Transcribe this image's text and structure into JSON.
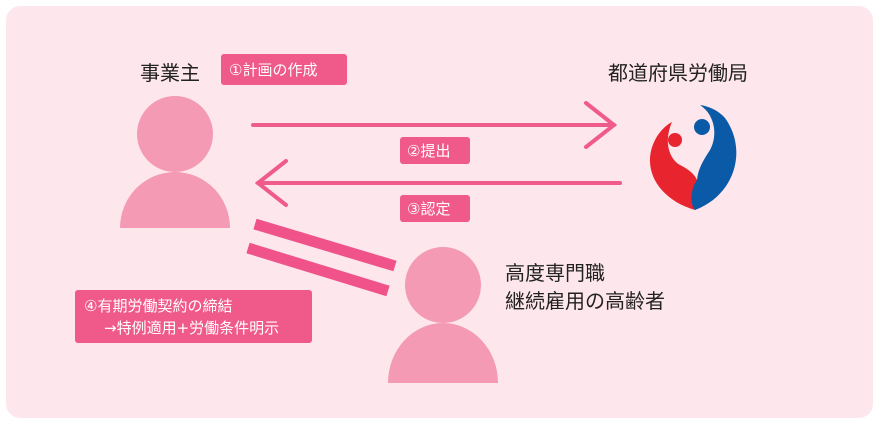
{
  "employer": {
    "label": "事業主"
  },
  "bureau": {
    "label": "都道府県労働局",
    "logo": "mhlw-heart-logo"
  },
  "worker": {
    "line1": "高度専門職",
    "line2": "継続雇用の高齢者"
  },
  "steps": {
    "plan": "①計画の作成",
    "submit": "②提出",
    "approve": "③認定",
    "contract_line1": "④有期労働契約の締結",
    "contract_line2": "→特例適用+労働条件明示"
  },
  "colors": {
    "background": "#fde7ec",
    "person": "#f49ab5",
    "accent": "#f05a8a",
    "logo_red": "#e8242e",
    "logo_blue": "#0a5aa8"
  }
}
